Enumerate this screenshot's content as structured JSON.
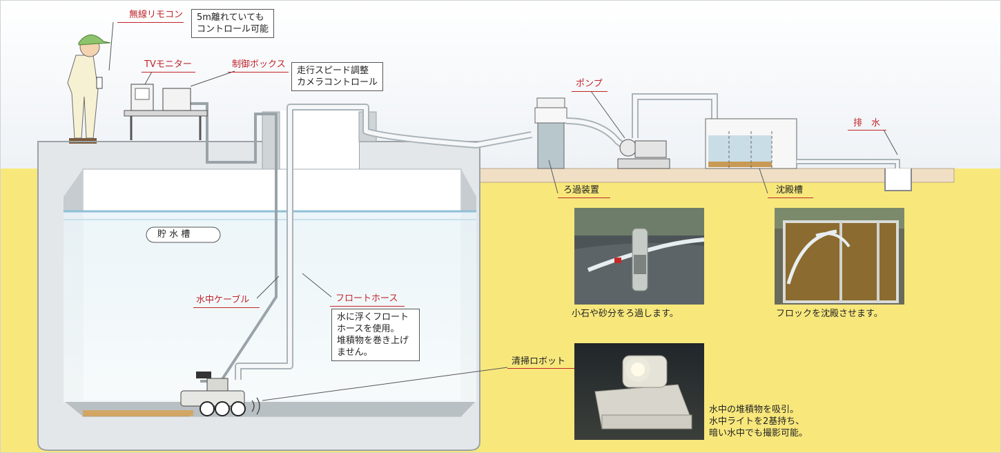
{
  "labels": {
    "remote": "無線リモコン",
    "remote_note": [
      "5m離れていても",
      "コントロール可能"
    ],
    "tv_monitor": "TVモニター",
    "control_box": "制御ボックス",
    "control_note": [
      "走行スピード調整",
      "カメラコントロール"
    ],
    "pump": "ポンプ",
    "drain": "排　水",
    "filter": "ろ過装置",
    "settling_tank": "沈殿槽",
    "tank_name": "貯 水 槽",
    "underwater_cable": "水中ケーブル",
    "float_hose": "フロートホース",
    "float_note": [
      "水に浮くフロート",
      "ホースを使用。",
      "堆積物を巻き上げ",
      "ません。"
    ],
    "robot": "清掃ロボット"
  },
  "captions": {
    "filter_photo": "小石や砂分をろ過します。",
    "settling_photo": "フロックを沈殿させます。",
    "robot_photo": [
      "水中の堆積物を吸引。",
      "水中ライトを2基持ち、",
      "暗い水中でも撮影可能。"
    ]
  },
  "colors": {
    "ground": "#f8e87c",
    "concrete": "#e4e7e9",
    "water_line": "#8ebfd8",
    "label_red": "#c0242a"
  }
}
